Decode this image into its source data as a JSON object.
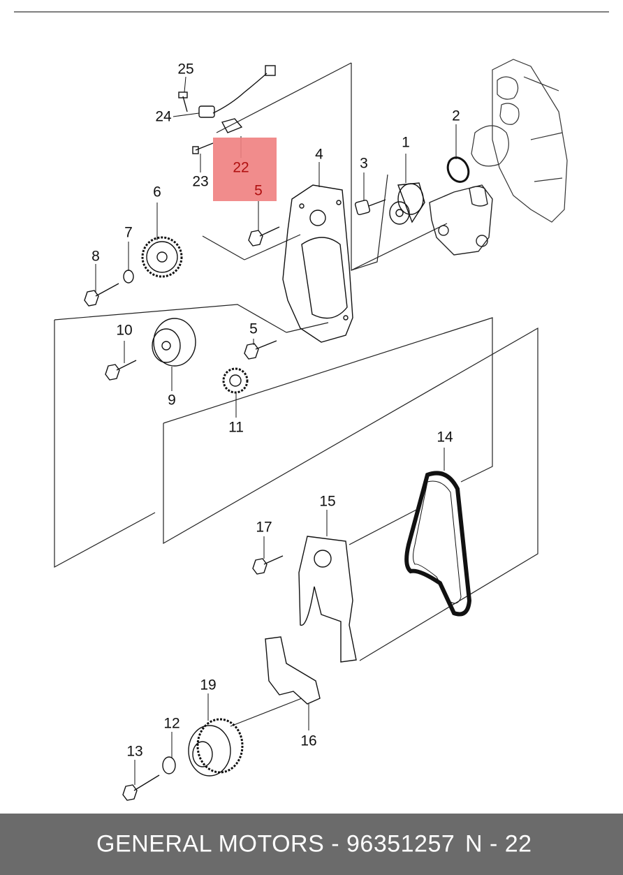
{
  "diagram": {
    "callouts": {
      "c1": "1",
      "c2": "2",
      "c3": "3",
      "c4": "4",
      "c5a": "5",
      "c5b": "5",
      "c6": "6",
      "c7": "7",
      "c8": "8",
      "c9": "9",
      "c10": "10",
      "c11": "11",
      "c12": "12",
      "c13": "13",
      "c14": "14",
      "c15": "15",
      "c16": "16",
      "c17": "17",
      "c19": "19",
      "c22": "22",
      "c23": "23",
      "c24": "24",
      "c25": "25"
    },
    "highlight_color": "#f08080"
  },
  "footer": {
    "brand_part": "GENERAL MOTORS - 96351257",
    "page_ref": "N - 22",
    "background": "#6b6b6b"
  }
}
